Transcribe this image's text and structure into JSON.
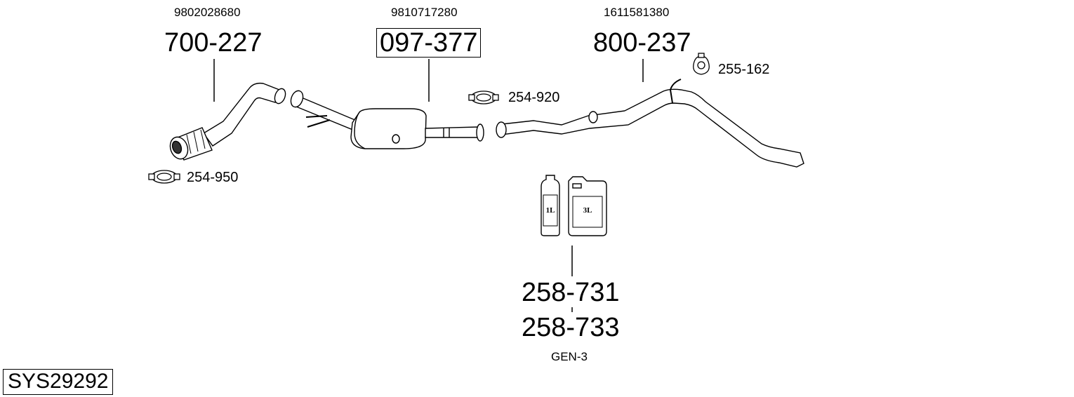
{
  "system_code": "SYS29292",
  "parts": {
    "front_pipe": {
      "oem": "9802028680",
      "number": "700-227"
    },
    "dpf": {
      "oem": "9810717280",
      "number": "097-377"
    },
    "rear_pipe": {
      "oem": "1611581380",
      "number": "800-237"
    }
  },
  "accessories": {
    "clamp_front": "254-950",
    "clamp_middle": "254-920",
    "rubber_mount": "255-162"
  },
  "fluids": {
    "bottle_label": "1L",
    "canister_label": "3L",
    "number_1": "258-731",
    "number_2": "258-733",
    "type": "GEN-3"
  }
}
